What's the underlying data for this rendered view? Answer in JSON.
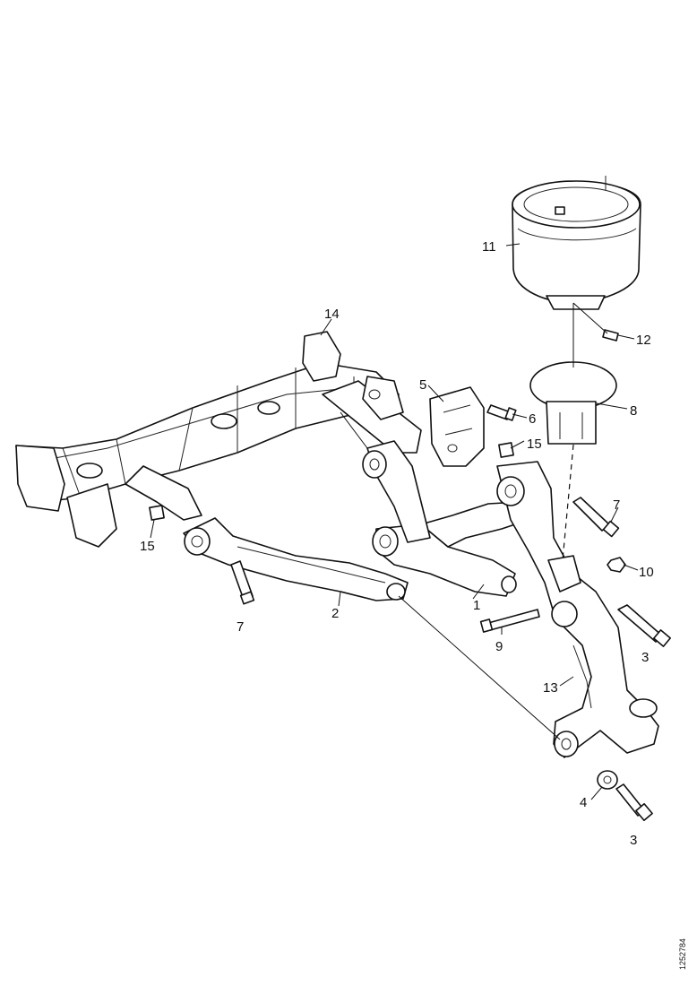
{
  "diagram": {
    "callouts": {
      "c1": "1",
      "c2": "2",
      "c3a": "3",
      "c3b": "3",
      "c4": "4",
      "c5": "5",
      "c6": "6",
      "c7a": "7",
      "c7b": "7",
      "c8": "8",
      "c9": "9",
      "c10": "10",
      "c11": "11",
      "c12": "12",
      "c13": "13",
      "c14": "14",
      "c15a": "15",
      "c15b": "15"
    },
    "reference_number": "1252784"
  }
}
